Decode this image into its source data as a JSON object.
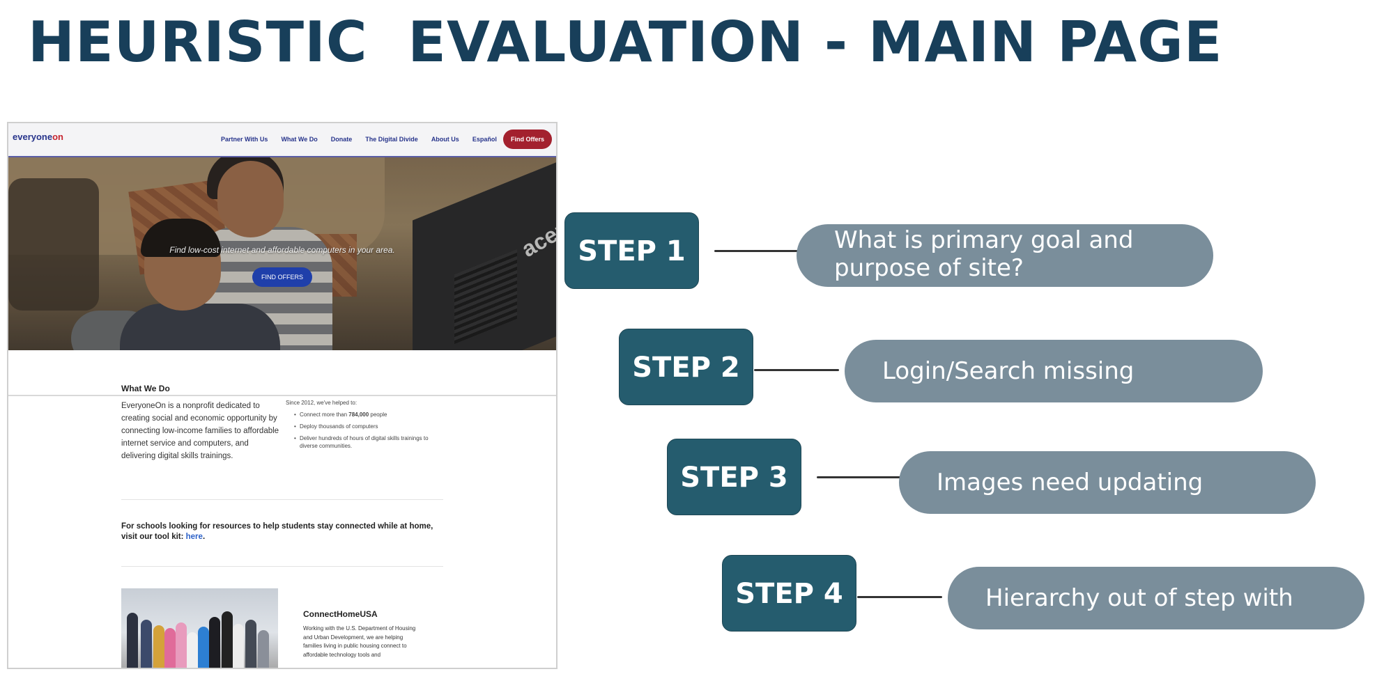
{
  "title": "HEURISTIC  EVALUATION - MAIN PAGE",
  "website": {
    "logo_main": "everyone",
    "logo_accent": "on",
    "nav": [
      "Partner With Us",
      "What We Do",
      "Donate",
      "The Digital Divide",
      "About Us",
      "Español"
    ],
    "nav_button": "Find Offers",
    "hero_text": "Find low-cost internet and affordable computers in your area.",
    "hero_button": "FIND OFFERS",
    "hero_image_text": "acer",
    "what_we_do_heading": "What We Do",
    "what_we_do_text": "EveryoneOn is a nonprofit dedicated to creating social and economic opportunity by connecting low-income families to affordable internet service and computers, and delivering digital skills trainings.",
    "since_text": "Since 2012, we've helped to:",
    "bullets": [
      {
        "pre": "Connect more than ",
        "strong": "784,000",
        "post": " people"
      },
      {
        "pre": "Deploy thousands of computers",
        "strong": "",
        "post": ""
      },
      {
        "pre": "Deliver hundreds of hours of digital skills trainings to diverse communities.",
        "strong": "",
        "post": ""
      }
    ],
    "schools_text": "For schools looking for resources to help students stay connected while at home, visit our tool kit: ",
    "schools_link": "here",
    "schools_end": ".",
    "connect_title": "ConnectHomeUSA",
    "connect_text": "Working with the U.S. Department of Housing and Urban Development, we are helping families living in public housing connect to affordable technology tools and"
  },
  "steps": [
    {
      "label": "STEP 1",
      "note_lines": [
        "What is primary goal and",
        "purpose of site?"
      ]
    },
    {
      "label": "STEP 2",
      "note_lines": [
        "Login/Search missing"
      ]
    },
    {
      "label": "STEP 3",
      "note_lines": [
        "Images need updating"
      ]
    },
    {
      "label": "STEP 4",
      "note_lines": [
        "Hierarchy out of step with"
      ]
    }
  ],
  "colors": {
    "title": "#183f5a",
    "step_box": "#255c6e",
    "note_bubble": "#7a8e9b",
    "nav_button": "#a3212e",
    "hero_button": "#1f3faa"
  }
}
